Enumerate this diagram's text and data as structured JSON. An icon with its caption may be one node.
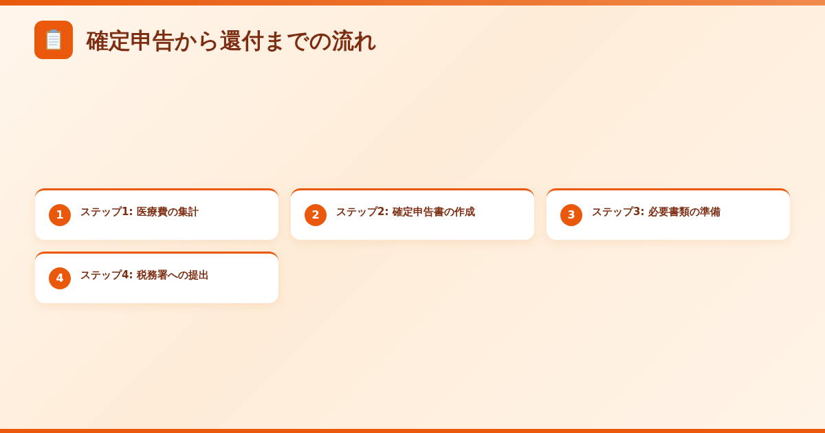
{
  "diagram": {
    "title": "確定申告から還付までの流れ",
    "nodes": [
      {
        "text": [
          "ステップ1: 医療費の集計"
        ]
      },
      {
        "text": [
          "1"
        ],
        "in": 0
      },
      {
        "text": [
          "ステップ2: 確定申告書の作成"
        ]
      },
      {
        "text": [
          "2"
        ],
        "in": 2
      },
      {
        "text": [
          "ステップ3: 必要書類の準備"
        ]
      },
      {
        "text": [
          "3"
        ],
        "in": 4
      },
      {
        "text": [
          "ステップ4: 税務署への提出"
        ]
      },
      {
        "text": [
          "4"
        ],
        "in": 6
      }
    ]
  }
}
